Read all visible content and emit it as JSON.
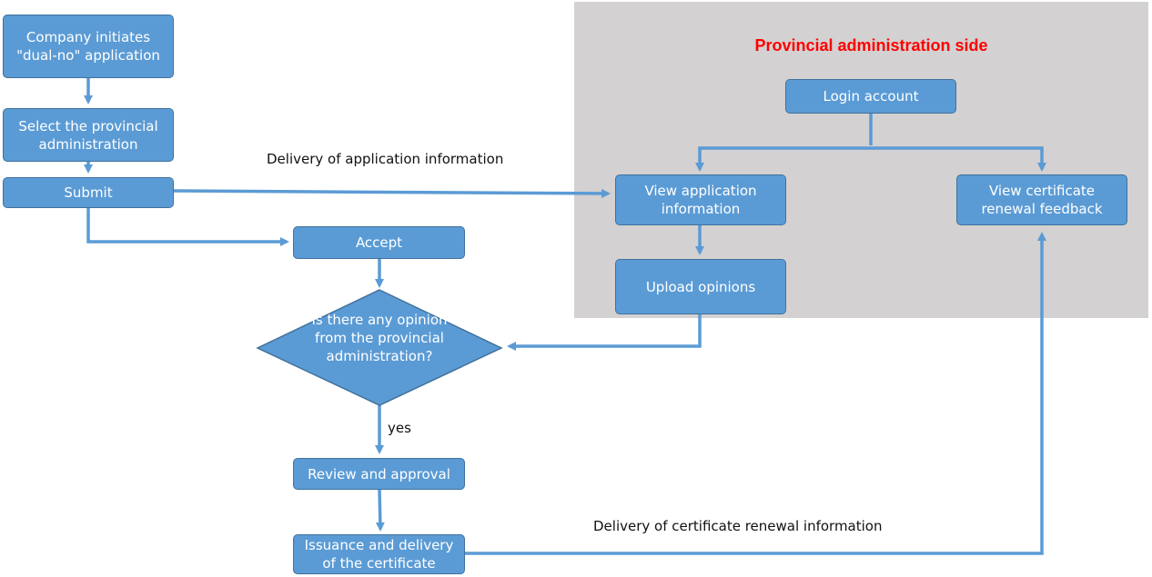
{
  "provincial_panel": {
    "title": "Provincial administration side"
  },
  "nodes": {
    "company_initiates": "Company initiates \"dual-no\" application",
    "select_provincial": "Select the provincial administration",
    "submit": "Submit",
    "accept": "Accept",
    "decision": "Is there any opinion from the provincial administration?",
    "review_approval": "Review and approval",
    "issuance_delivery": "Issuance and delivery of the certificate",
    "login_account": "Login account",
    "view_application": "View application information",
    "upload_opinions": "Upload opinions",
    "view_certificate_feedback": "View certificate renewal feedback"
  },
  "edge_labels": {
    "delivery_application": "Delivery of application information",
    "yes": "yes",
    "delivery_certificate": "Delivery of certificate renewal information"
  },
  "colors": {
    "box_fill": "#5b9bd5",
    "box_border": "#41719c",
    "panel_bg": "#d3d1d1",
    "panel_title": "#ff0000"
  }
}
